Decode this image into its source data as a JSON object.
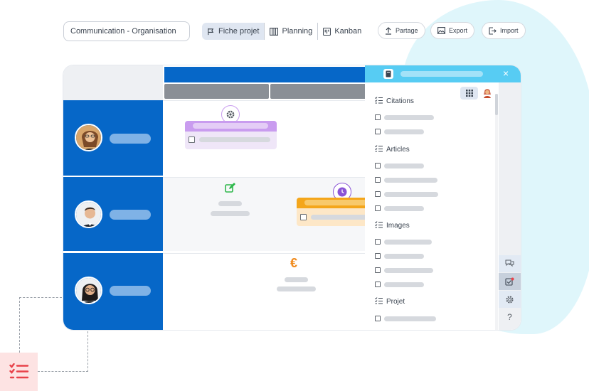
{
  "project": {
    "name": "Communication - Organisation"
  },
  "views": {
    "tabs": [
      {
        "label": "Fiche projet",
        "icon": "flag-icon",
        "active": true
      },
      {
        "label": "Planning",
        "icon": "columns-icon",
        "active": false
      },
      {
        "label": "Kanban",
        "icon": "kanban-icon",
        "active": false
      }
    ]
  },
  "actions": {
    "share": "Partage",
    "export": "Export",
    "import": "Import"
  },
  "rows": [
    {
      "avatar": "woman-avatar"
    },
    {
      "avatar": "man-avatar"
    },
    {
      "avatar": "woman-glasses-avatar"
    }
  ],
  "panel": {
    "close": "×",
    "help": "?",
    "sections": [
      {
        "title": "Citations",
        "items": 2
      },
      {
        "title": "Articles",
        "items": 4
      },
      {
        "title": "Images",
        "items": 4
      },
      {
        "title": "Projet",
        "items": 1
      }
    ]
  },
  "colors": {
    "primary_blue": "#0667c8",
    "panel_header": "#57ccf3",
    "purple_card": "#c99cef",
    "orange_card": "#f4a61b",
    "euro_orange": "#f08a1c",
    "edit_green": "#2eb84b",
    "clock_purple": "#8a54d6",
    "checklist_red": "#e8424a"
  },
  "icons": {
    "euro": "€"
  }
}
